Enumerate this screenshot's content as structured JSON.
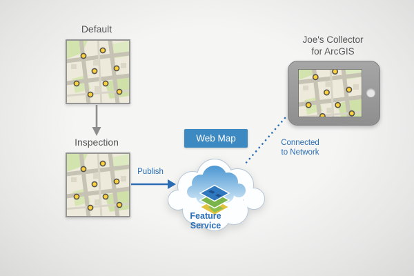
{
  "diagram": {
    "default_label": "Default",
    "inspection_label": "Inspection",
    "publish_label": "Publish",
    "web_map_label": "Web Map",
    "feature_service_label": "Feature Service",
    "collector_line1": "Joe's Collector",
    "collector_line2": "for ArcGIS",
    "connected_line1": "Connected",
    "connected_line2": "to Network"
  },
  "colors": {
    "accent_blue": "#2a6db4",
    "banner_blue": "#3d8ac3",
    "label_gray": "#565656",
    "arrow_gray": "#8d8d8d",
    "marker_yellow": "#ffd23b",
    "cloud_outline": "#b7c7d7"
  }
}
